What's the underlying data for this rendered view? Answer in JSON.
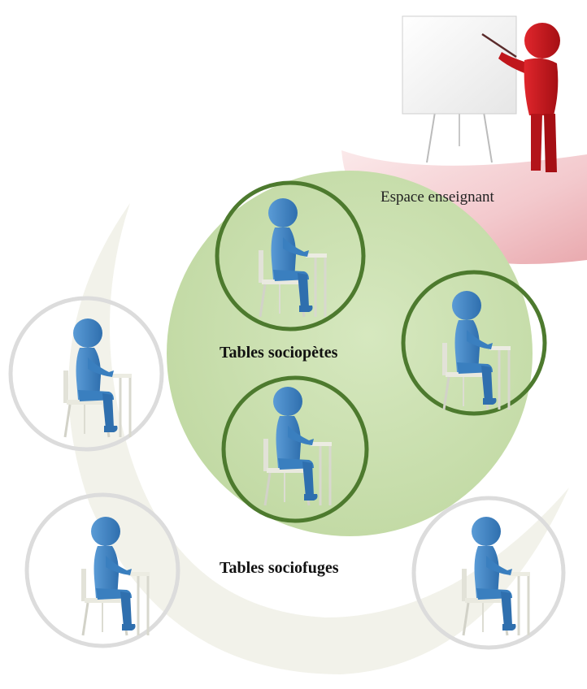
{
  "teacher_zone": {
    "label": "Espace enseignant"
  },
  "sociopetal": {
    "label": "Tables sociopètes"
  },
  "sociofugal": {
    "label": "Tables sociofuges"
  },
  "colors": {
    "teacher": "#c0161b",
    "student": "#3f86c7",
    "student_dark": "#2f6fae",
    "sociopetal_circle": "#4d7a2e",
    "sociopetal_disc": "#c9dfae",
    "sociofugal_circle": "#d9d9d9",
    "teacher_zone_fill": "#f2c7cb",
    "swoosh": "#efefe6"
  },
  "icons": {
    "teacher": "presenter-with-board-icon",
    "student": "seated-student-at-desk-icon"
  }
}
